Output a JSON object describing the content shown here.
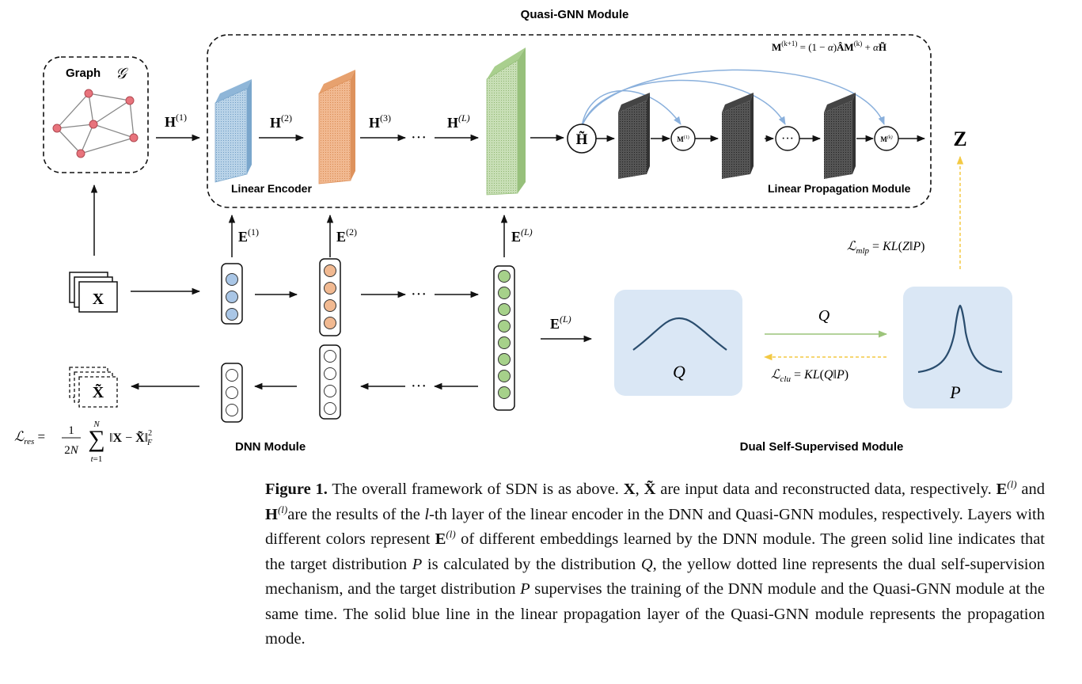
{
  "figure": {
    "quasi_gnn_title": "Quasi-GNN Module",
    "graph_label": "Graph",
    "graph_symbol": "𝒢",
    "linear_encoder_label": "Linear Encoder",
    "linear_propagation_label": "Linear Propagation Module",
    "dnn_module_label": "DNN Module",
    "dual_module_label": "Dual Self-Supervised Module",
    "propagation_formula": "M(k+1) = (1 − α)ÂM(k) + αH̃",
    "h_labels": [
      "H(1)",
      "H(2)",
      "H(3)",
      "H(L)"
    ],
    "e_labels": [
      "E(1)",
      "E(2)",
      "E(L)",
      "E(L)"
    ],
    "ellipsis": "···",
    "h_tilde": "H̃",
    "m1": "M(1)",
    "mk": "M(k)",
    "z_label": "Z",
    "x_label": "X",
    "x_tilde_label": "X̃",
    "q_label": "Q",
    "p_label": "P",
    "q_arrow_label": "Q",
    "l_mlp": "ℒmlp = KL(Z‖P)",
    "l_clu": "ℒclu = KL(Q‖P)",
    "l_res": "ℒres = 1/2N Σ_{t=1}^{N} ‖X − X̃‖²_F",
    "colors": {
      "blue_layer": "#b9d3e8",
      "orange_layer": "#f1b991",
      "green_layer": "#c8dfb6",
      "node_red": "#e8737c",
      "dist_box": "#dae7f5",
      "curve": "#2a4d6e",
      "green_arrow": "#9cc47a",
      "yellow_arrow": "#f3c944",
      "blue_arc": "#8ab0dc"
    }
  },
  "caption": {
    "label": "Figure 1.",
    "t1": " The overall framework of SDN is as above. ",
    "x": "X",
    "comma": ", ",
    "xt": "X̃",
    "t2": " are input data and reconstructed data, respectively. ",
    "e": "E",
    "l": "(l)",
    "t3": " and ",
    "h": "H",
    "t4": "are the results of the ",
    "li": "l",
    "t5": "-th layer of the linear encoder in the DNN and Quasi-GNN modules, respectively. Layers with different colors represent ",
    "t6": " of different embeddings learned by the DNN module. The green solid line indicates that the target distribution ",
    "p": "P",
    "t7": " is calculated by the distribution ",
    "q": "Q",
    "t8": ", the yellow dotted line represents the dual self-supervision mechanism, and the target distribution ",
    "t9": " supervises the training of the DNN module and the Quasi-GNN module at the same time. The solid blue line in the linear propagation layer of the Quasi-GNN module represents the propagation mode."
  }
}
